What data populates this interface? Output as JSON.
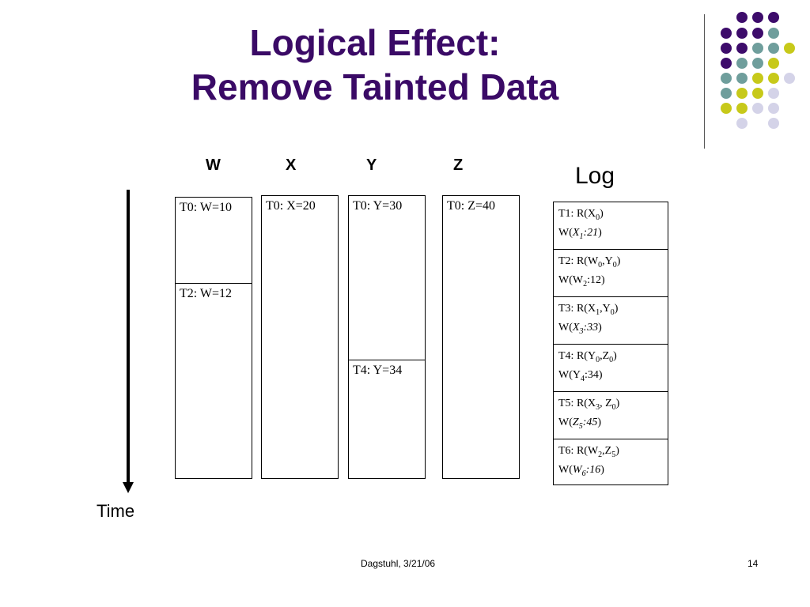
{
  "title": {
    "line1": "Logical Effect:",
    "line2": "Remove Tainted Data"
  },
  "columns": [
    {
      "header": "W",
      "cells": [
        "T0: W=10",
        "T2: W=12"
      ]
    },
    {
      "header": "X",
      "cells": [
        "T0: X=20"
      ]
    },
    {
      "header": "Y",
      "cells": [
        "T0: Y=30",
        "T4: Y=34"
      ]
    },
    {
      "header": "Z",
      "cells": [
        "T0: Z=40"
      ]
    }
  ],
  "log": {
    "label": "Log",
    "entries": [
      {
        "line1": "T1: R(X<sub>0</sub>)",
        "line2": "W(<i>X<sub>1</sub>:21</i>)"
      },
      {
        "line1": "T2: R(W<sub>0</sub>,Y<sub>0</sub>)",
        "line2": "W(W<sub>2</sub>:12)"
      },
      {
        "line1": "T3: R(X<sub>1</sub>,Y<sub>0</sub>)",
        "line2": "W(<i>X<sub>3</sub>:33</i>)"
      },
      {
        "line1": "T4: R(Y<sub>0</sub>,Z<sub>0</sub>)",
        "line2": "W(Y<sub>4</sub>:34)"
      },
      {
        "line1": "T5: R(X<sub>3</sub>, Z<sub>0</sub>)",
        "line2": "W(<i>Z<sub>5</sub>:45</i>)"
      },
      {
        "line1": "T6: R(W<sub>2</sub>,Z<sub>5</sub>)",
        "line2": "W(<i>W<sub>6</sub>:16</i>)"
      }
    ]
  },
  "time_label": "Time",
  "footer": {
    "center": "Dagstuhl, 3/21/06",
    "page": "14"
  },
  "theme": {
    "title_color": "#3a0a66",
    "dot_purple": "#3d0c6b",
    "dot_teal": "#6f9e9c",
    "dot_yellow": "#c7c91a",
    "dot_lavender": "#d4d3e8"
  }
}
